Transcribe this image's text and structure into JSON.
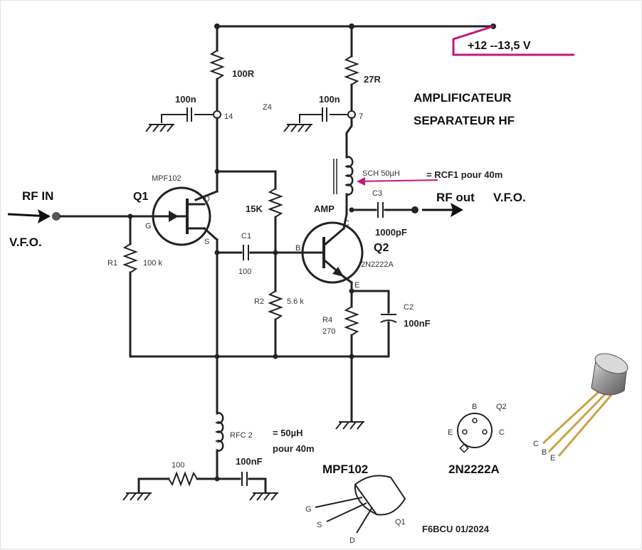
{
  "supply": {
    "label": "+12 --13,5 V",
    "color": "#c2187a"
  },
  "title": {
    "line1": "AMPLIFICATEUR",
    "line2": "SEPARATEUR HF"
  },
  "zone": "Z4",
  "input": {
    "label": "RF IN",
    "sublabel": "V.F.O."
  },
  "output": {
    "label": "RF out",
    "sublabel": "V.F.O."
  },
  "q1": {
    "name": "Q1",
    "part": "MPF102",
    "pin_d": "D",
    "pin_g": "G",
    "pin_s": "S"
  },
  "q2": {
    "name": "Q2",
    "part": "2N2222A",
    "role": "AMP",
    "pin_b": "B",
    "pin_c": "C",
    "pin_e": "E"
  },
  "resistors": {
    "r_q1_supply": "100R",
    "r_q2_supply": "27R",
    "r1_ref": "R1",
    "r1_val": "100 k",
    "r_bias": "15K",
    "r2_ref": "R2",
    "r2_val": "5.6 k",
    "r4_ref": "R4",
    "r4_val": "270",
    "r_bottom": "100"
  },
  "capacitors": {
    "c_dec1": "100n",
    "node1": "14",
    "c_dec2": "100n",
    "node2": "7",
    "c1_ref": "C1",
    "c1_val": "100",
    "c2_ref": "C2",
    "c2_val": "100nF",
    "c3_ref": "C3",
    "c3_val": "1000pF",
    "c_bottom": "100nF"
  },
  "chokes": {
    "sch": "SCH 50µH",
    "sch_note": "= RCF1 pour 40m",
    "sch_note_color": "#c2187a",
    "rfc_ref": "RFC 2",
    "rfc_val": "= 50µH",
    "rfc_note": "pour 40m"
  },
  "pinouts": {
    "mpf_title": "MPF102",
    "mpf_pins": {
      "g": "G",
      "s": "S",
      "d": "D",
      "ref": "Q1"
    },
    "q2_title": "2N2222A",
    "q2_pins": {
      "b": "B",
      "e": "E",
      "c": "C",
      "ref": "Q2"
    },
    "photo_pins": {
      "c": "C",
      "b": "B",
      "e": "E"
    }
  },
  "credit": "F6BCU 01/2024"
}
